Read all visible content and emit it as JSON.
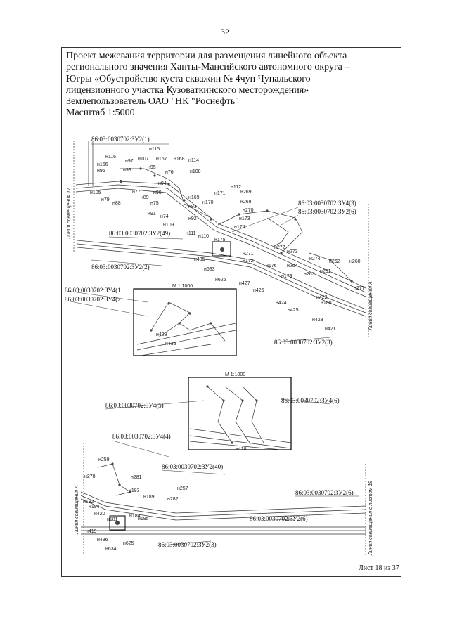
{
  "page_number": "32",
  "header": {
    "title_lines": [
      "Проект межевания территории для размещения линейного объекта",
      "регионального значения Ханты-Мансийского автономного округа –",
      "Югры «Обустройство куста скважин № 4чуп Чупальского",
      "лицензионного участка Кузоваткинского месторождения»"
    ],
    "land_user": "Землепользователь ОАО \"НК \"Роснефть\"",
    "scale": "Масштаб 1:5000"
  },
  "map_top": {
    "parcels": [
      "86:03:0030702:ЗУ2(1)",
      "86:03:0030702:ЗУ4(3)",
      "86:03:0030702:ЗУ2(6)",
      "86:03:0030702:ЗУ2(49)",
      "86:03:0030702:ЗУ2(2)",
      "86:03:0030702:ЗУ4(1",
      "86:03:0030702:ЗУ4(2",
      "86:03:0030702:ЗУ2(3)"
    ],
    "left_line": "Линия совмещения 17",
    "right_line": "Линия совмещения А",
    "points": [
      "н115",
      "н116",
      "н97",
      "н107",
      "н167",
      "н168",
      "н114",
      "н166",
      "н96",
      "н95",
      "н108",
      "н98",
      "н76",
      "н94",
      "н105",
      "н77",
      "н90",
      "н169",
      "н79",
      "н89",
      "н75",
      "н93",
      "н88",
      "н170",
      "н112",
      "н171",
      "н269",
      "н268",
      "н270",
      "н173",
      "н91",
      "н74",
      "н92",
      "н109",
      "н174",
      "н110",
      "н175",
      "н272",
      "н273",
      "н271",
      "н274",
      "н172",
      "н176",
      "н264",
      "н262",
      "н260",
      "н263",
      "н261",
      "н277",
      "н179",
      "н435",
      "н633",
      "н626",
      "н427",
      "н426",
      "н424",
      "н425",
      "н422",
      "н180",
      "н423",
      "н421",
      "н111"
    ],
    "inset": {
      "scale": "М 1:1000",
      "points": [
        "н428",
        "н435"
      ]
    }
  },
  "map_mid_inset": {
    "scale": "М 1:1000",
    "parcels": [
      "86:03:0030702:ЗУ4(5)",
      "86:03:0030702:ЗУ4(6)",
      "86:03:0030702:ЗУ4(4)"
    ],
    "points": [
      "н418"
    ]
  },
  "map_bottom": {
    "parcels": [
      "86:03:0030702:ЗУ2(40)",
      "86:03:0030702:ЗУ2(6)",
      "86:03:0030702:ЗУ2(6)",
      "86:03:0030702:ЗУ2(3)"
    ],
    "left_line": "Линия совмещения А",
    "right_line": "Линия совмещения с листом 19",
    "points": [
      "н259",
      "н278",
      "н281",
      "н183",
      "н257",
      "н189",
      "н282",
      "н182",
      "н194",
      "н420",
      "н184",
      "н181",
      "н195",
      "н419",
      "н436",
      "н625",
      "н634"
    ]
  },
  "sheet_label": "Лист 18 из 37"
}
